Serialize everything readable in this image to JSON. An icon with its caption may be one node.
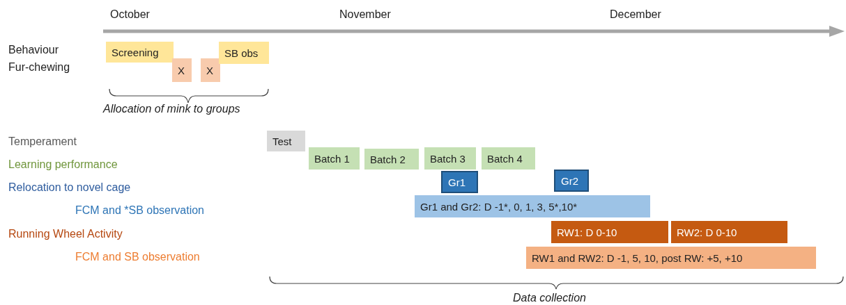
{
  "diagram": {
    "nodes": [
      {
        "text": [
          "Screening"
        ]
      },
      {
        "text": [
          "X"
        ]
      },
      {
        "text": [
          "X"
        ]
      },
      {
        "text": [
          "SB obs"
        ]
      },
      {
        "text": [
          "Test"
        ]
      },
      {
        "text": [
          "Batch 1"
        ]
      },
      {
        "text": [
          "Batch 2"
        ]
      },
      {
        "text": [
          "Batch 3"
        ]
      },
      {
        "text": [
          "Batch 4"
        ]
      },
      {
        "text": [
          "Gr1"
        ]
      },
      {
        "text": [
          "Gr2"
        ]
      },
      {
        "text": [
          "Gr1 and Gr2: D -1*, 0, 1, 3, 5*,10*"
        ]
      },
      {
        "text": [
          "RW1: D 0-10"
        ]
      },
      {
        "text": [
          "RW2: D 0-10"
        ]
      },
      {
        "text": [
          "RW1 and RW2: D -1, 5, 10, post RW: +5, +10"
        ]
      }
    ],
    "labels": [
      "October",
      "November",
      "December",
      "Behaviour",
      "Fur-chewing",
      "Allocation of mink to groups",
      "Temperament",
      "Learning performance",
      "Relocation to novel cage",
      "FCM and *SB observation",
      "Running Wheel Activity",
      "FCM and SB observation",
      "Data collection"
    ]
  }
}
